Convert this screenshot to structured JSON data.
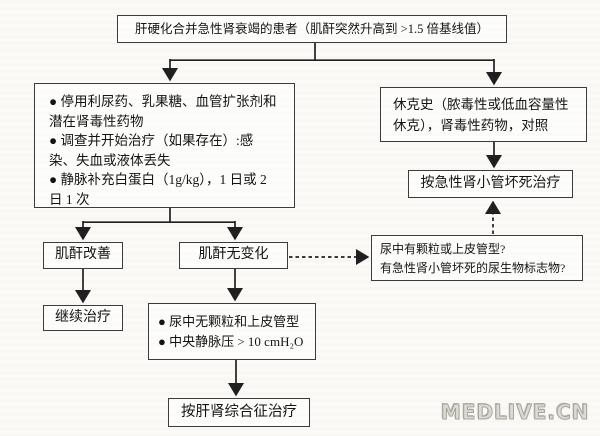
{
  "colors": {
    "background": "#fbfaf7",
    "connector_line": "#1f1f1f",
    "box_border": "#3c3c3c",
    "text": "#141414",
    "watermark": "#b9b6ae"
  },
  "flowchart": {
    "top_box": {
      "text": "肝硬化合并急性肾衰竭的患者（肌酐突然升高到 >1.5 倍基线值）"
    },
    "initial_management_box": {
      "items": [
        "● 停用利尿药、乳果糖、血管扩张剂和潜在肾毒性药物",
        "● 调查并开始治疗（如果存在）:感染、失血或液体丢失",
        "● 静脉补充白蛋白（1g/kg），1 日或 2 日 1 次"
      ]
    },
    "shock_history_box": {
      "text": "休克史（脓毒性或低血容量性休克），肾毒性药物，对照"
    },
    "atn_treatment_box": {
      "text": "按急性肾小管坏死治疗"
    },
    "creatinine_improved_box": {
      "text": "肌酐改善"
    },
    "creatinine_unchanged_box": {
      "text": "肌酐无变化"
    },
    "urine_question_box": {
      "lines": [
        "尿中有颗粒或上皮管型?",
        "有急性肾小管坏死的尿生物标志物?"
      ]
    },
    "continue_treatment_box": {
      "text": "继续治疗"
    },
    "urine_findings_box": {
      "items": [
        "● 尿中无颗粒和上皮管型",
        "● 中央静脉压 > 10 cmH₂O"
      ]
    },
    "hrs_treatment_box": {
      "text": "按肝肾综合征治疗"
    }
  },
  "watermark": {
    "text": "MEDLIVE.CN"
  }
}
